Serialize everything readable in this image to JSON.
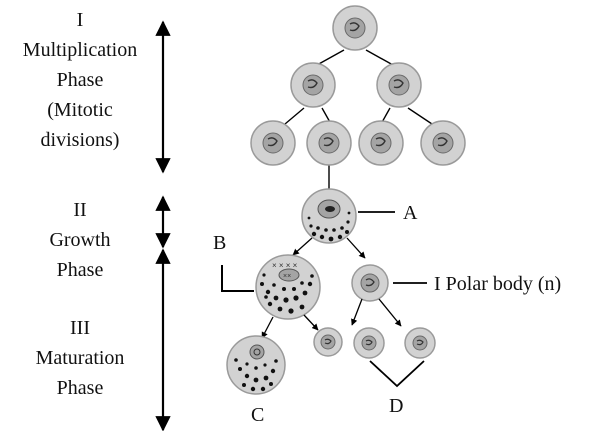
{
  "phases": [
    {
      "lines": [
        "I",
        "Multiplication",
        "Phase",
        "(Mitotic",
        "divisions)"
      ]
    },
    {
      "lines": [
        "II",
        "Growth",
        "Phase"
      ]
    },
    {
      "lines": [
        "III",
        "Maturation",
        "Phase"
      ]
    }
  ],
  "labels": {
    "a": "A",
    "b": "B",
    "c": "C",
    "d": "D",
    "polar_body": "I Polar body (n)"
  },
  "colors": {
    "cell_fill": "#d2d2d2",
    "cell_stroke": "#9a9a9a",
    "nucleus_fill": "#a4a4a4",
    "line": "#000000"
  }
}
